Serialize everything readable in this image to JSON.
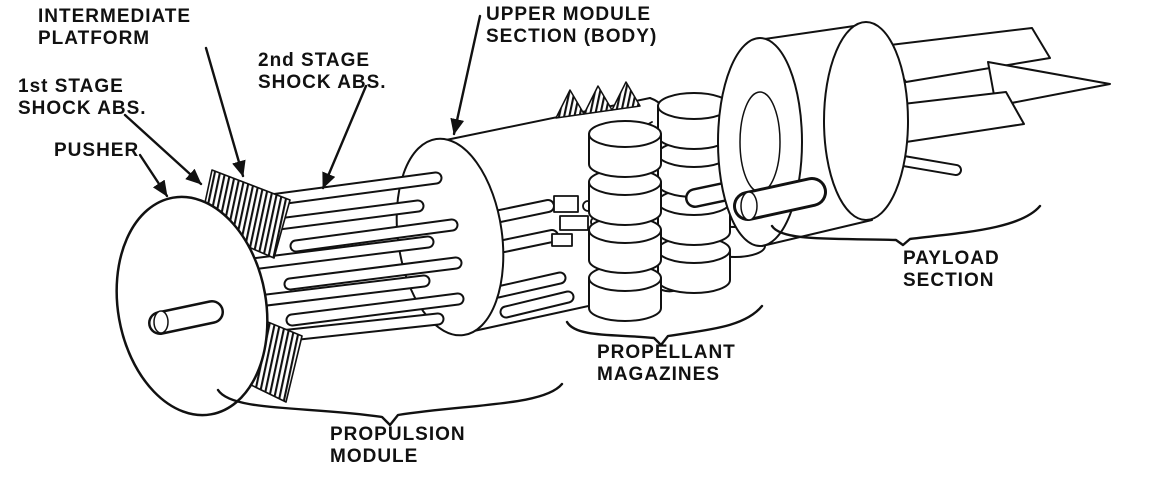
{
  "figure": {
    "background_color": "#ffffff",
    "ink_color": "#111111"
  },
  "callouts": [
    {
      "id": "intermediate-platform",
      "text": "INTERMEDIATE\nPLATFORM"
    },
    {
      "id": "first-stage-shock-absorber",
      "text": "1st STAGE\nSHOCK ABS."
    },
    {
      "id": "pusher",
      "text": "PUSHER"
    },
    {
      "id": "second-stage-shock-absorber",
      "text": "2nd STAGE\nSHOCK ABS."
    },
    {
      "id": "upper-module-section-body",
      "text": "UPPER MODULE\nSECTION (BODY)"
    },
    {
      "id": "payload-section",
      "text": "PAYLOAD\nSECTION"
    },
    {
      "id": "propellant-magazines",
      "text": "PROPELLANT\nMAGAZINES"
    },
    {
      "id": "propulsion-module",
      "text": "PROPULSION\nMODULE"
    }
  ]
}
